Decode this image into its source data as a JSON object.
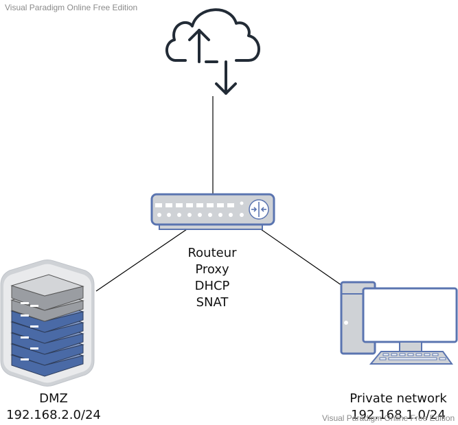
{
  "watermark": {
    "top": "Visual Paradigm Online Free Edition",
    "bottom": "Visual Paradigm Online Free Edition"
  },
  "nodes": {
    "internet": {
      "icon": "cloud-upload-download-icon"
    },
    "router": {
      "icon": "router-switch-icon",
      "label_lines": [
        "Routeur",
        "Proxy",
        "DHCP",
        "SNAT"
      ]
    },
    "dmz": {
      "icon": "server-rack-icon",
      "label_lines": [
        "DMZ",
        "192.168.2.0/24"
      ]
    },
    "private": {
      "icon": "desktop-computer-icon",
      "label_lines": [
        "Private network",
        "192.168.1.0/24"
      ]
    }
  },
  "colors": {
    "cloud_stroke": "#222b36",
    "device_fill": "#cfd2d6",
    "device_stroke": "#5a74b0",
    "server_blue": "#4a6aa6",
    "line": "#000000"
  }
}
